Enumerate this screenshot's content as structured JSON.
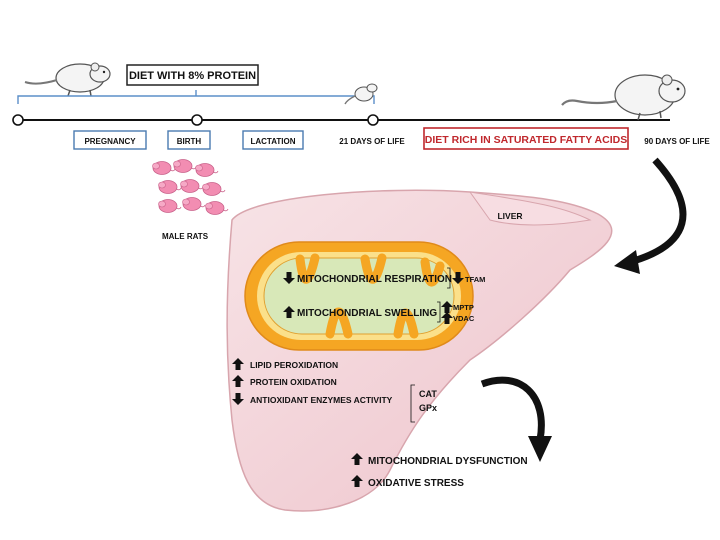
{
  "timeline": {
    "diet_box_label": "DIET WITH 8% PROTEIN",
    "stages": [
      "PREGNANCY",
      "BIRTH",
      "LACTATION"
    ],
    "day21_label": "21 DAYS OF LIFE",
    "fatty_diet_label": "DIET RICH IN SATURATED FATTY ACIDS",
    "day90_label": "90 DAYS OF LIFE",
    "pups_label": "MALE RATS"
  },
  "liver": {
    "label": "LIVER",
    "effects": [
      {
        "direction": "up",
        "text": "LIPID PEROXIDATION"
      },
      {
        "direction": "up",
        "text": "PROTEIN OXIDATION"
      },
      {
        "direction": "down",
        "text": "ANTIOXIDANT ENZYMES ACTIVITY"
      }
    ],
    "enzymes": [
      "CAT",
      "GPx"
    ]
  },
  "mitochondria": {
    "respiration": {
      "direction": "down",
      "text": "MITOCHONDRIAL RESPIRATION",
      "marker": "TFAM",
      "marker_direction": "down"
    },
    "swelling": {
      "direction": "up",
      "text": "MITOCHONDRIAL SWELLING",
      "markers": [
        {
          "direction": "up",
          "text": "MPTP"
        },
        {
          "direction": "up",
          "text": "VDAC"
        }
      ]
    }
  },
  "outcomes": [
    {
      "direction": "up",
      "text": "MITOCHONDRIAL DYSFUNCTION"
    },
    {
      "direction": "up",
      "text": "OXIDATIVE STRESS"
    }
  ],
  "colors": {
    "timeline_box_border": "#4a7ab0",
    "fatty_box_border": "#c0282d",
    "fatty_text": "#c0282d",
    "timeline_bracket": "#5b8fc9",
    "liver_fill": "#f3d7dc",
    "mito_outer": "#f5a623",
    "mito_inner": "#d8e8b8",
    "pups": "#f28db2"
  }
}
